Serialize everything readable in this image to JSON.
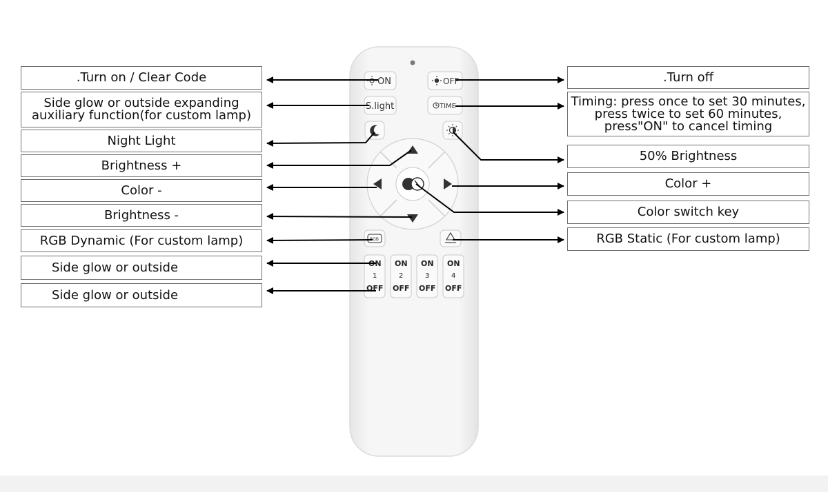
{
  "left_labels": [
    {
      "id": "turn-on",
      "text": ".Turn on / Clear Code"
    },
    {
      "id": "side-glow-expand",
      "text": "Side glow or outside expanding\nauxiliary function(for custom lamp)"
    },
    {
      "id": "night-light",
      "text": "Night Light"
    },
    {
      "id": "brightness-plus",
      "text": "Brightness +"
    },
    {
      "id": "color-minus",
      "text": "Color -"
    },
    {
      "id": "brightness-minus",
      "text": "Brightness -"
    },
    {
      "id": "rgb-dynamic",
      "text": "RGB Dynamic (For custom lamp)"
    },
    {
      "id": "side-glow-1",
      "text": "Side glow or outside"
    },
    {
      "id": "side-glow-2",
      "text": "Side glow or outside"
    }
  ],
  "right_labels": [
    {
      "id": "turn-off",
      "text": ".Turn off"
    },
    {
      "id": "timing",
      "text": "Timing: press once to set 30 minutes,\npress twice to set 60 minutes,\npress\"ON\" to cancel timing"
    },
    {
      "id": "half-brightness",
      "text": "50% Brightness"
    },
    {
      "id": "color-plus",
      "text": "Color +"
    },
    {
      "id": "color-switch",
      "text": "Color switch key"
    },
    {
      "id": "rgb-static",
      "text": "RGB Static (For custom lamp)"
    }
  ],
  "remote": {
    "on_label": "ON",
    "off_label": "OFF",
    "slight_label": "S.light",
    "time_label": "TIME",
    "rgb_badge": "RGB",
    "channels": [
      {
        "top": "ON",
        "num": "1",
        "bottom": "OFF"
      },
      {
        "top": "ON",
        "num": "2",
        "bottom": "OFF"
      },
      {
        "top": "ON",
        "num": "3",
        "bottom": "OFF"
      },
      {
        "top": "ON",
        "num": "4",
        "bottom": "OFF"
      }
    ]
  },
  "colors": {
    "remote_body": "#f4f4f4",
    "remote_edge": "#d9d9d9",
    "button_face": "#fafafa",
    "label_border": "#6f6f6f",
    "arrow": "#000000"
  }
}
